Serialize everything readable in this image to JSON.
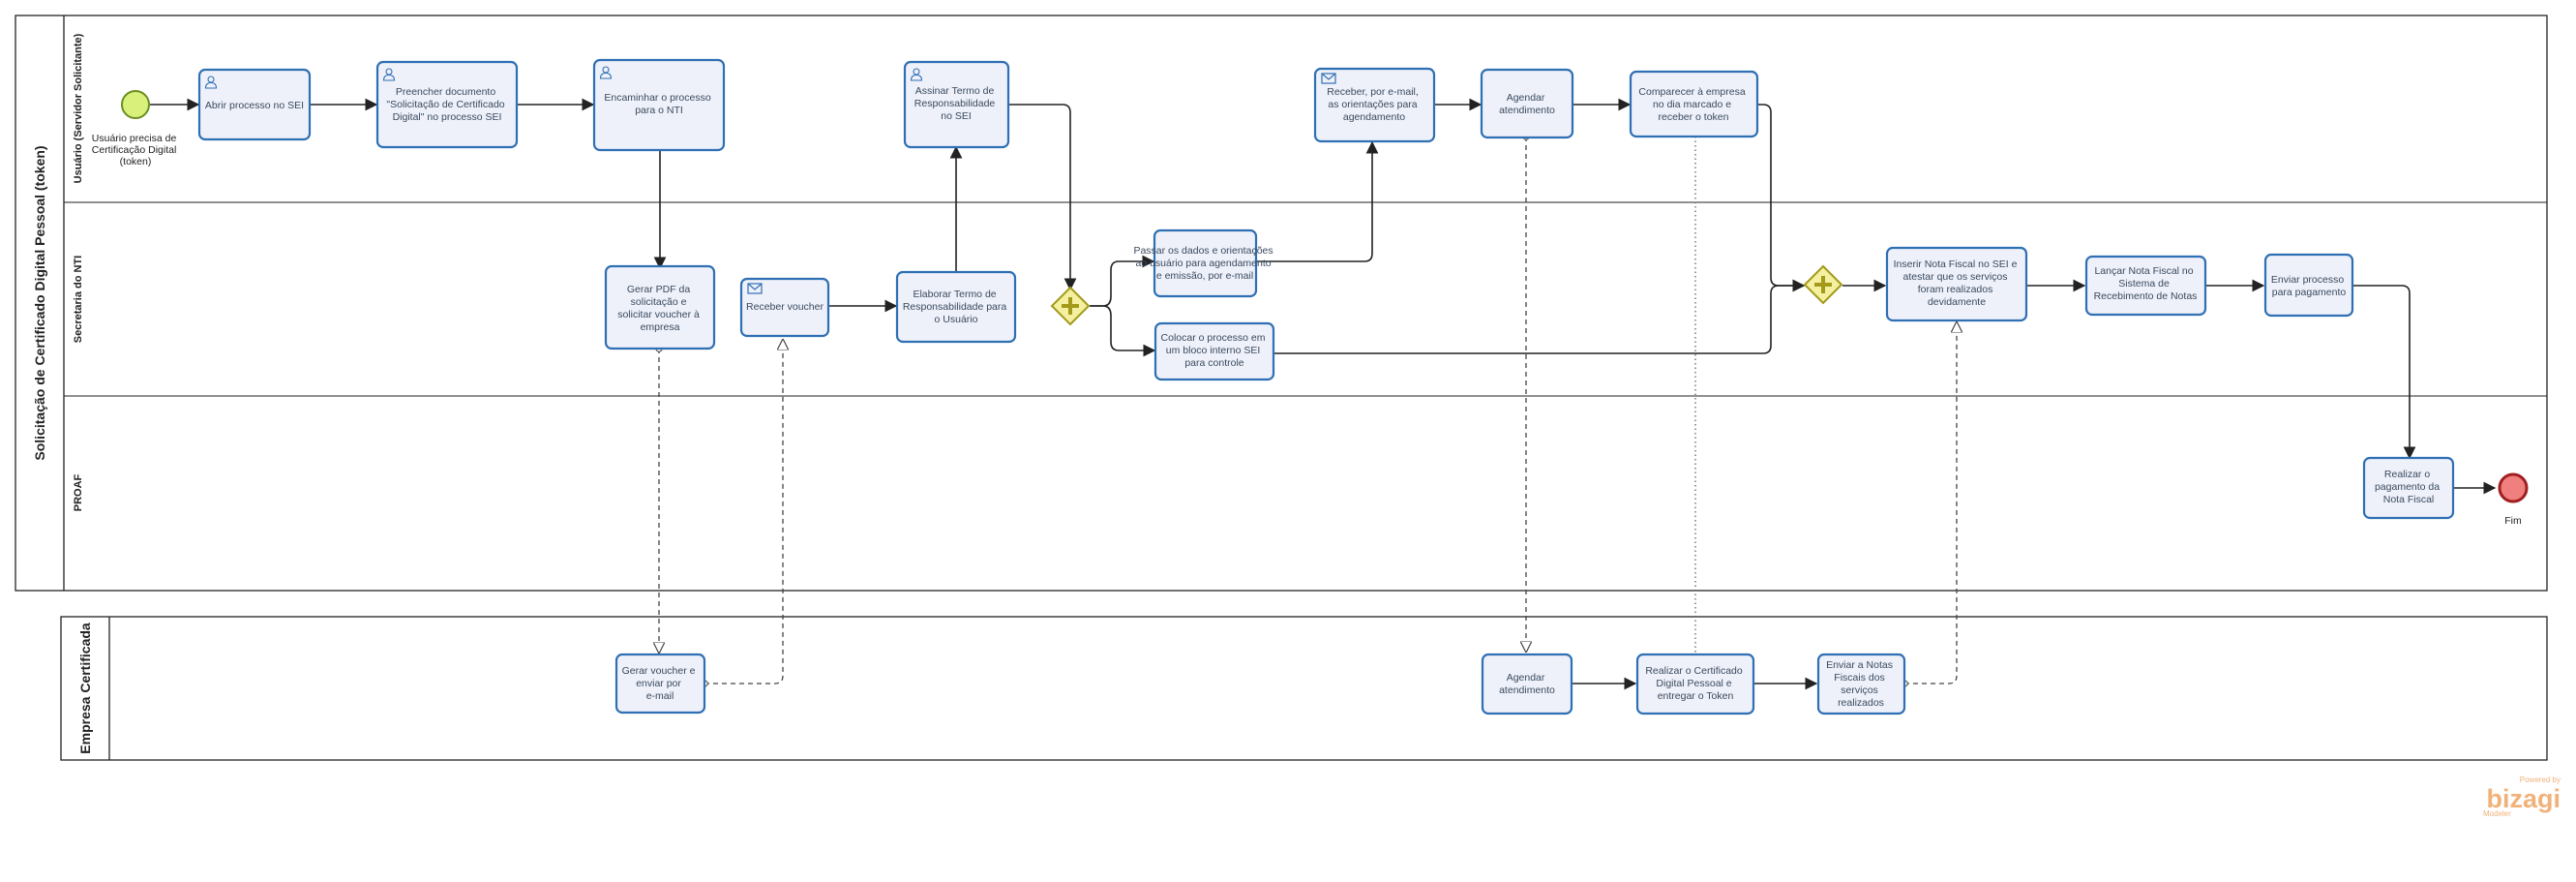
{
  "pools": {
    "main": {
      "title": "Solicitação de Certificado Digital Pessoal (token)",
      "lanes": [
        "Usuário (Servidor Solicitante)",
        "Secretaria do NTI",
        "PROAF"
      ]
    },
    "external": {
      "title": "Empresa Certificada"
    }
  },
  "events": {
    "start": {
      "label": [
        "Usuário precisa de",
        "Certificação Digital",
        "(token)"
      ]
    },
    "end": {
      "label": [
        "Fim"
      ]
    }
  },
  "tasks": {
    "abrir": [
      "Abrir processo no SEI"
    ],
    "preencher": [
      "Preencher documento",
      "\"Solicitação de Certificado",
      "Digital\" no processo SEI"
    ],
    "encaminhar": [
      "Encaminhar o processo",
      "para o NTI"
    ],
    "assinar": [
      "Assinar Termo de",
      "Responsabilidade",
      "no SEI"
    ],
    "receber_email": [
      "Receber, por e-mail,",
      "as orientações para",
      "agendamento"
    ],
    "agendar_usuario": [
      "Agendar",
      "atendimento"
    ],
    "comparecer": [
      "Comparecer à empresa",
      "no dia marcado e",
      "receber o token"
    ],
    "gerar_pdf": [
      "Gerar PDF da",
      "solicitação e",
      "solicitar voucher à",
      "empresa"
    ],
    "receber_voucher": [
      "Receber voucher"
    ],
    "elaborar": [
      "Elaborar Termo de",
      "Responsabilidade para",
      "o Usuário"
    ],
    "passar": [
      "Passar os dados e orientações",
      "ao usuário para agendamento",
      "e emissão, por e-mail"
    ],
    "colocar": [
      "Colocar o processo em",
      "um bloco interno SEI",
      "para controle"
    ],
    "inserir": [
      "Inserir Nota Fiscal no SEI e",
      "atestar que os serviços",
      "foram realizados",
      "devidamente"
    ],
    "lancar": [
      "Lançar Nota Fiscal no",
      "Sistema de",
      "Recebimento de Notas"
    ],
    "enviar_pagamento": [
      "Enviar processo",
      "para pagamento"
    ],
    "realizar_pagamento": [
      "Realizar o",
      "pagamento da",
      "Nota Fiscal"
    ],
    "gerar_voucher": [
      "Gerar voucher e",
      "enviar por",
      "e-mail"
    ],
    "agendar_empresa": [
      "Agendar",
      "atendimento"
    ],
    "realizar_cert": [
      "Realizar o Certificado",
      "Digital Pessoal  e",
      "entregar o Token"
    ],
    "enviar_notas": [
      "Enviar a Notas",
      "Fiscais dos",
      "serviços",
      "realizados"
    ]
  },
  "branding": {
    "powered": "Powered by",
    "name": "bizagi",
    "product": "Modeler"
  },
  "colors": {
    "task_fill": "#eef1fa",
    "task_stroke": "#2f6fb3",
    "start_fill": "#d9f07a",
    "start_stroke": "#6b8e23",
    "end_fill": "#f08080",
    "end_stroke": "#a11f1f",
    "gateway_fill": "#f5f0a0",
    "gateway_stroke": "#a39a1a"
  },
  "icons": {
    "user_task": "user-icon",
    "receive_task": "envelope-icon"
  }
}
